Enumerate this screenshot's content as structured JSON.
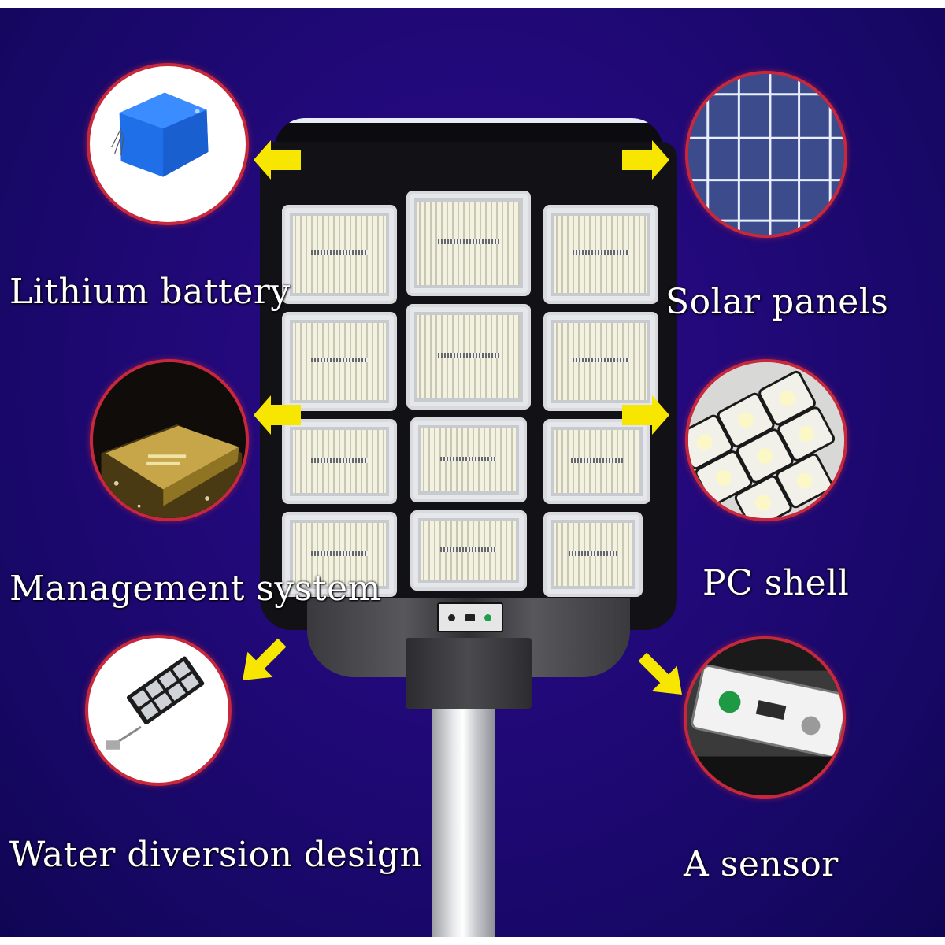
{
  "diagram": {
    "subject": "Solar street light",
    "background_color": "#1e0873",
    "accent_arrow_color": "#f7e600",
    "bubble_border_color": "#c8283c",
    "features": [
      {
        "id": "lithium-battery",
        "label": "Lithium battery",
        "side": "left",
        "icon": "battery-icon"
      },
      {
        "id": "solar-panels",
        "label": "Solar panels",
        "side": "right",
        "icon": "solar-panel-icon"
      },
      {
        "id": "management-system",
        "label": "Management system",
        "side": "left",
        "icon": "chip-icon"
      },
      {
        "id": "pc-shell",
        "label": "PC shell",
        "side": "right",
        "icon": "led-module-icon"
      },
      {
        "id": "water-diversion",
        "label": "Water diversion design",
        "side": "left",
        "icon": "street-lamp-icon"
      },
      {
        "id": "sensor",
        "label": "A sensor",
        "side": "right",
        "icon": "sensor-panel-icon"
      }
    ]
  }
}
